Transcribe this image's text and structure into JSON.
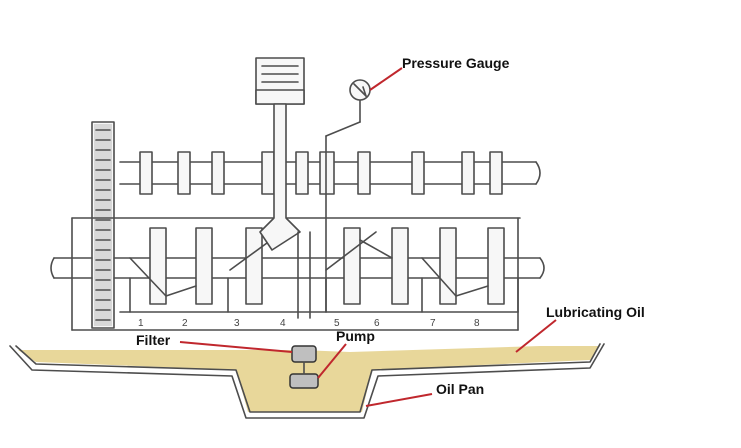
{
  "labels": {
    "pressure_gauge": "Pressure Gauge",
    "lubricating_oil": "Lubricating Oil",
    "filter": "Filter",
    "pump": "Pump",
    "oil_pan": "Oil Pan"
  },
  "cylinder_numbers": [
    "1",
    "2",
    "3",
    "4",
    "5",
    "6",
    "7",
    "8"
  ],
  "colors": {
    "oil": "#e8d79a",
    "leader_line": "#c0272d"
  }
}
